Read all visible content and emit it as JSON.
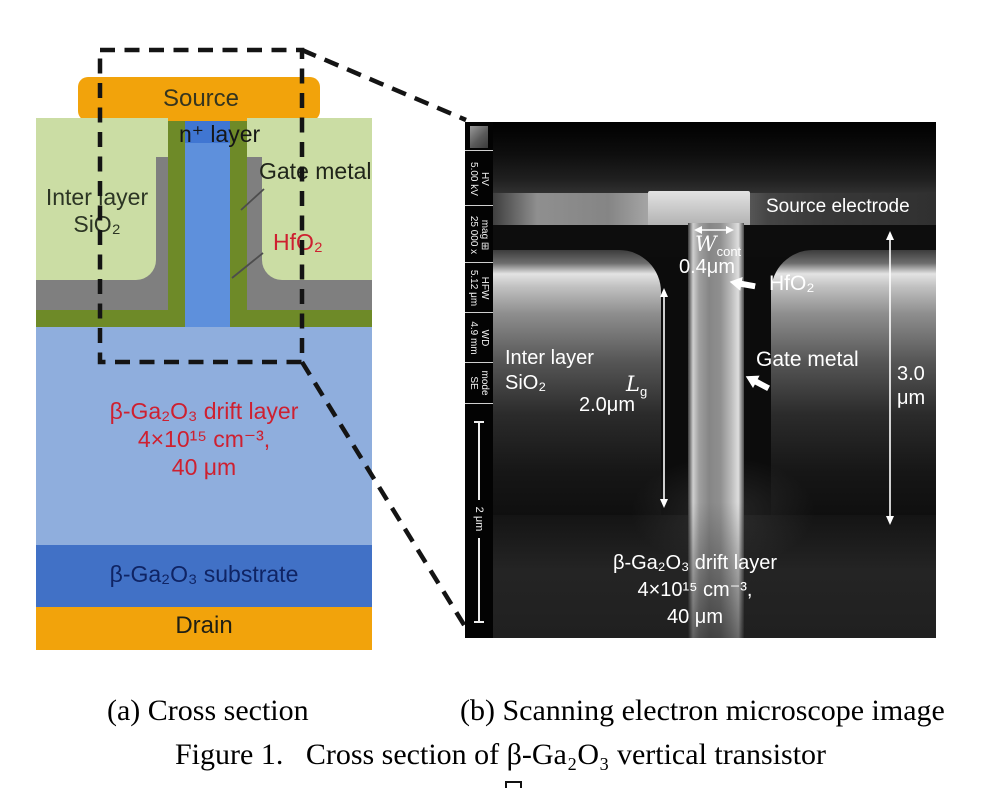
{
  "colors": {
    "orange": "#F2A30B",
    "green": "#CBDDA4",
    "olive": "#6E8A28",
    "gray": "#7F7F7F",
    "nplus": "#4076D2",
    "fin": "#5E90DC",
    "drift": "#8FAEDD",
    "substrate": "#4171C6",
    "red": "#CE2030",
    "navy": "#0F2464"
  },
  "diagram": {
    "source_label": "Source",
    "n_layer_label": "n⁺ layer",
    "gate_metal_label": "Gate metal",
    "interlayer_line1": "Inter layer",
    "interlayer_line2": "SiO₂",
    "hfo2_label": "HfO₂",
    "drift_line1": "β-Ga₂O₃ drift layer",
    "drift_line2": "4×10¹⁵ cm⁻³,",
    "drift_line3": "40 μm",
    "substrate_label": "β-Ga₂O₃ substrate",
    "drain_label": "Drain"
  },
  "sem": {
    "meta": [
      {
        "label": "HV",
        "value": "5.00 kV"
      },
      {
        "label": "mag ⊞",
        "value": "25 000 x"
      },
      {
        "label": "HFW",
        "value": "5.12 μm"
      },
      {
        "label": "WD",
        "value": "4.9 mm"
      },
      {
        "label": "mode",
        "value": "SE"
      }
    ],
    "scalebar_label": "2 μm",
    "labels": {
      "source_electrode": "Source electrode",
      "wcont_base": "W",
      "wcont_sub": "cont",
      "wcont_value": "0.4μm",
      "hfo2": "HfO₂",
      "gate_metal": "Gate metal",
      "interlayer_line1": "Inter layer",
      "interlayer_line2": "SiO₂",
      "lg_base": "L",
      "lg_sub": "g",
      "lg_value": "2.0μm",
      "height_line1": "3.0",
      "height_line2": "μm",
      "drift_line1": "β-Ga₂O₃ drift layer",
      "drift_line2": "4×10¹⁵ cm⁻³,",
      "drift_line3": "40 μm"
    }
  },
  "captions": {
    "a": "(a) Cross section",
    "b": "(b) Scanning electron microscope image",
    "figure": "Figure 1.   Cross section of β-Ga₂O₃ vertical transistor"
  }
}
